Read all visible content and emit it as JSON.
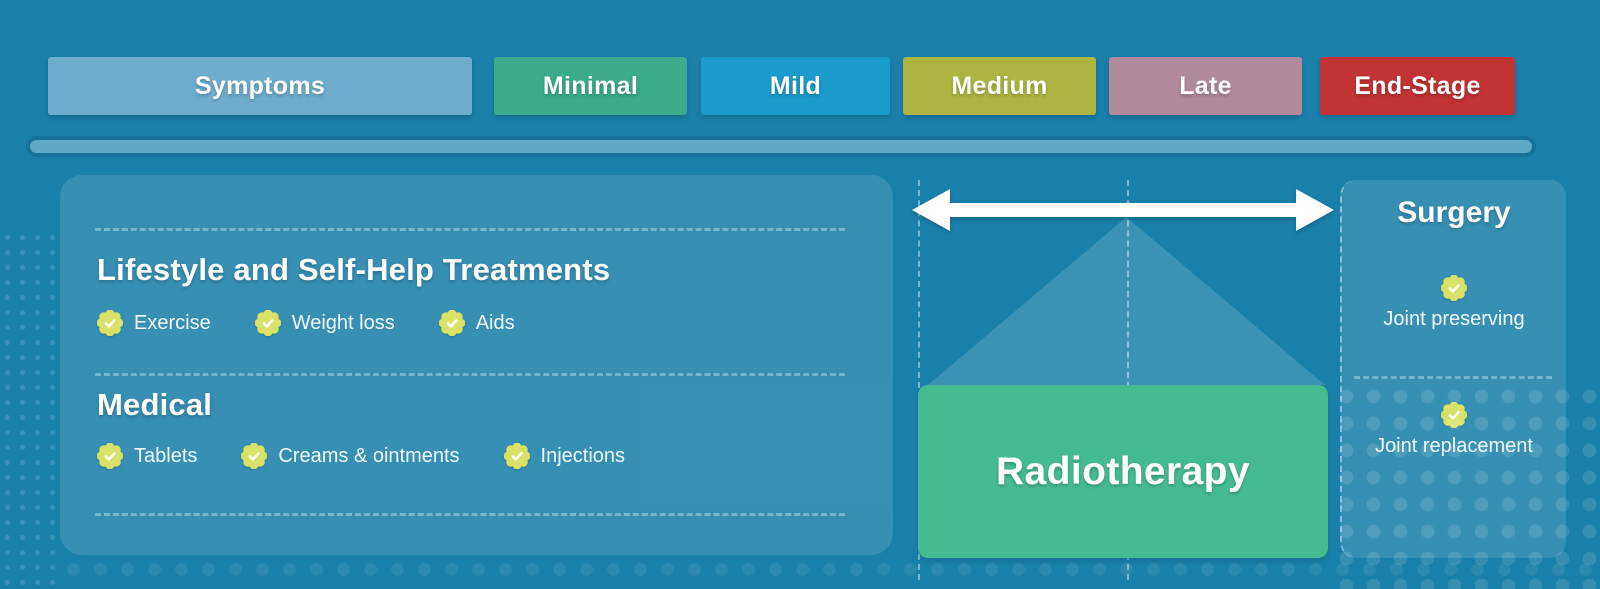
{
  "stages": [
    {
      "label": "Symptoms",
      "color": "#6fadce"
    },
    {
      "label": "Minimal",
      "color": "#3bab8b"
    },
    {
      "label": "Mild",
      "color": "#1b9bcb"
    },
    {
      "label": "Medium",
      "color": "#aeb441"
    },
    {
      "label": "Late",
      "color": "#b18a9d"
    },
    {
      "label": "End-Stage",
      "color": "#c23434"
    }
  ],
  "left_panel": {
    "sections": [
      {
        "heading": "Lifestyle and Self-Help Treatments",
        "items": [
          {
            "label": "Exercise"
          },
          {
            "label": "Weight loss"
          },
          {
            "label": "Aids"
          }
        ]
      },
      {
        "heading": "Medical",
        "items": [
          {
            "label": "Tablets"
          },
          {
            "label": "Creams & ointments"
          },
          {
            "label": "Injections"
          }
        ]
      }
    ]
  },
  "radiotherapy": {
    "label": "Radiotherapy",
    "color": "#46bb90"
  },
  "surgery": {
    "heading": "Surgery",
    "items": [
      {
        "label": "Joint preserving"
      },
      {
        "label": "Joint replacement"
      }
    ]
  },
  "icons": {
    "check_badge": {
      "name": "check-badge-icon",
      "color": "#d9e266"
    },
    "double_arrow": {
      "name": "double-arrow-icon",
      "color": "#ffffff"
    }
  },
  "colors": {
    "background": "#1a7fa9",
    "panel_overlay": "rgba(255,255,255,0.13)",
    "timeline_bar": "#5fa9c7",
    "dashed_line": "rgba(199,230,242,0.55)"
  }
}
